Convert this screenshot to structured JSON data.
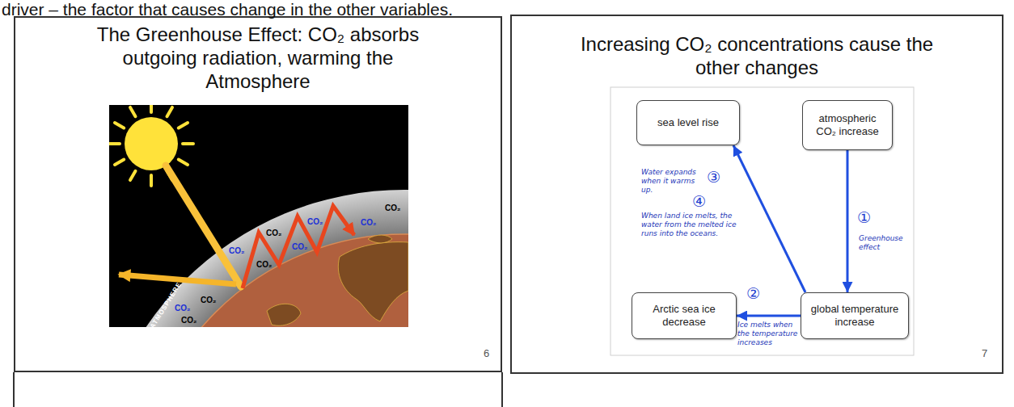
{
  "diagram": {
    "nodes": [
      {
        "text": [
          "The Greenhouse Effect: CO₂ absorbs outgoing radiation, warming the Atmosphere"
        ]
      },
      {
        "text": [
          "Increasing CO₂ concentrations cause the other changes"
        ]
      },
      {
        "text": [
          "sea level rise"
        ],
        "in": 1
      },
      {
        "text": [
          "atmospheric CO₂ increase"
        ],
        "in": 1
      },
      {
        "text": [
          "Arctic sea ice decrease"
        ],
        "in": 1
      },
      {
        "text": [
          "global temperature increase"
        ],
        "in": 1
      }
    ],
    "edges": [
      {
        "from": 3,
        "to": 5,
        "arrow": "to",
        "label": "Greenhouse effect"
      },
      {
        "from": 5,
        "to": 4,
        "arrow": "to",
        "label": "Ice melts when the temperature increases"
      },
      {
        "from": 5,
        "to": 2,
        "arrow": "to",
        "label": "Water expands when it warms up."
      }
    ],
    "labels": [
      "driver – the factor that causes change in the other variables.",
      "6",
      "7",
      "CO₂",
      "CO₂",
      "CO₂",
      "CO₂",
      "CO₂",
      "CO₂",
      "CO₂",
      "CO₂",
      "CO₂",
      "CO₂",
      "ATMOSPHERE",
      "①",
      "②",
      "③",
      "④",
      "When land ice melts, the water from the melted ice runs into the oceans."
    ]
  }
}
